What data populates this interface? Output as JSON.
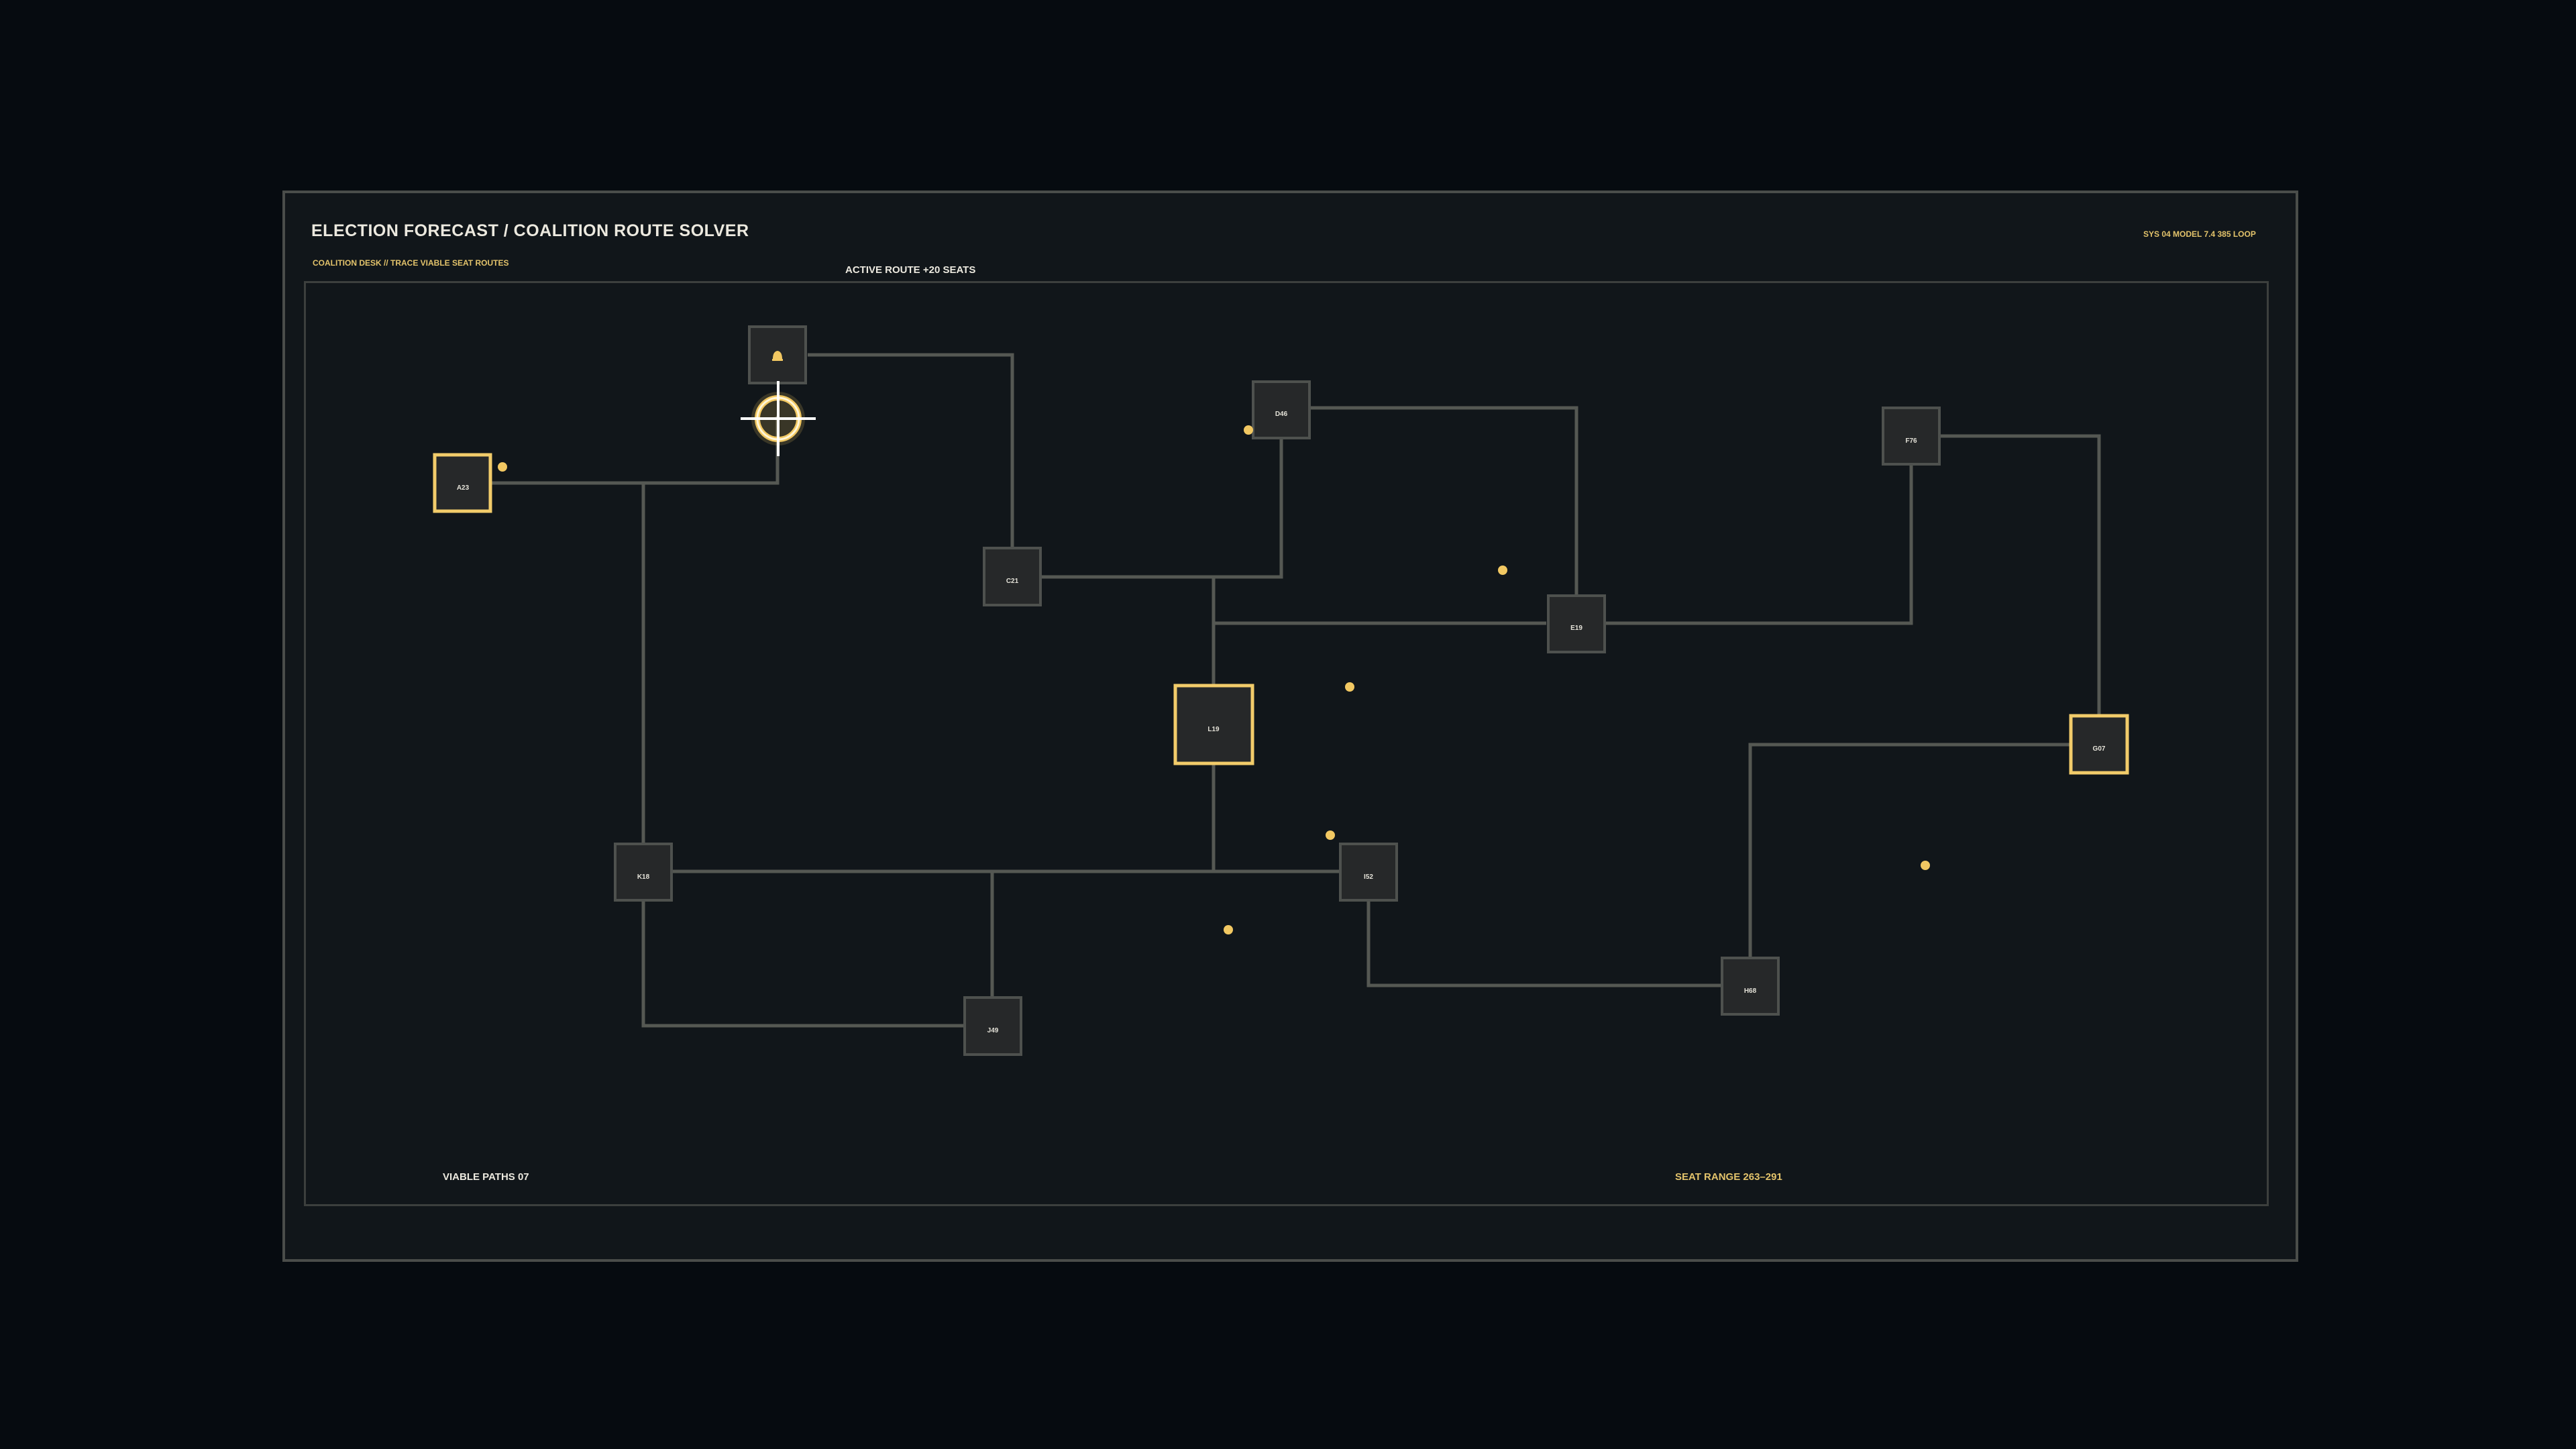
{
  "header": {
    "title": "ELECTION FORECAST / COALITION ROUTE SOLVER",
    "subtitle": "COALITION DESK  //  TRACE VIABLE SEAT ROUTES",
    "active_route": "ACTIVE ROUTE +20 SEATS",
    "system": "SYS 04  MODEL 7.4  385 LOOP"
  },
  "footer": {
    "viable_paths": "VIABLE PATHS  07",
    "seat_range": "SEAT RANGE  263–291"
  },
  "colors": {
    "accent": "#f2cc6a",
    "background": "#060b10",
    "panel": "#11161a",
    "node_fill": "#262829",
    "edge": "#555853"
  },
  "nodes": [
    {
      "id": "A23",
      "label": "A23",
      "highlighted": true
    },
    {
      "id": "B",
      "label": "",
      "highlighted": false,
      "icon": "bell-icon"
    },
    {
      "id": "C21",
      "label": "C21",
      "highlighted": false
    },
    {
      "id": "D46",
      "label": "D46",
      "highlighted": false
    },
    {
      "id": "E19",
      "label": "E19",
      "highlighted": false
    },
    {
      "id": "F76",
      "label": "F76",
      "highlighted": false
    },
    {
      "id": "G07",
      "label": "G07",
      "highlighted": true
    },
    {
      "id": "L19",
      "label": "L19",
      "highlighted": true
    },
    {
      "id": "K18",
      "label": "K18",
      "highlighted": false
    },
    {
      "id": "J49",
      "label": "J49",
      "highlighted": false
    },
    {
      "id": "I52",
      "label": "I52",
      "highlighted": false
    },
    {
      "id": "H68",
      "label": "H68",
      "highlighted": false
    }
  ],
  "cursor": {
    "icon": "crosshair-icon",
    "target": "B"
  }
}
